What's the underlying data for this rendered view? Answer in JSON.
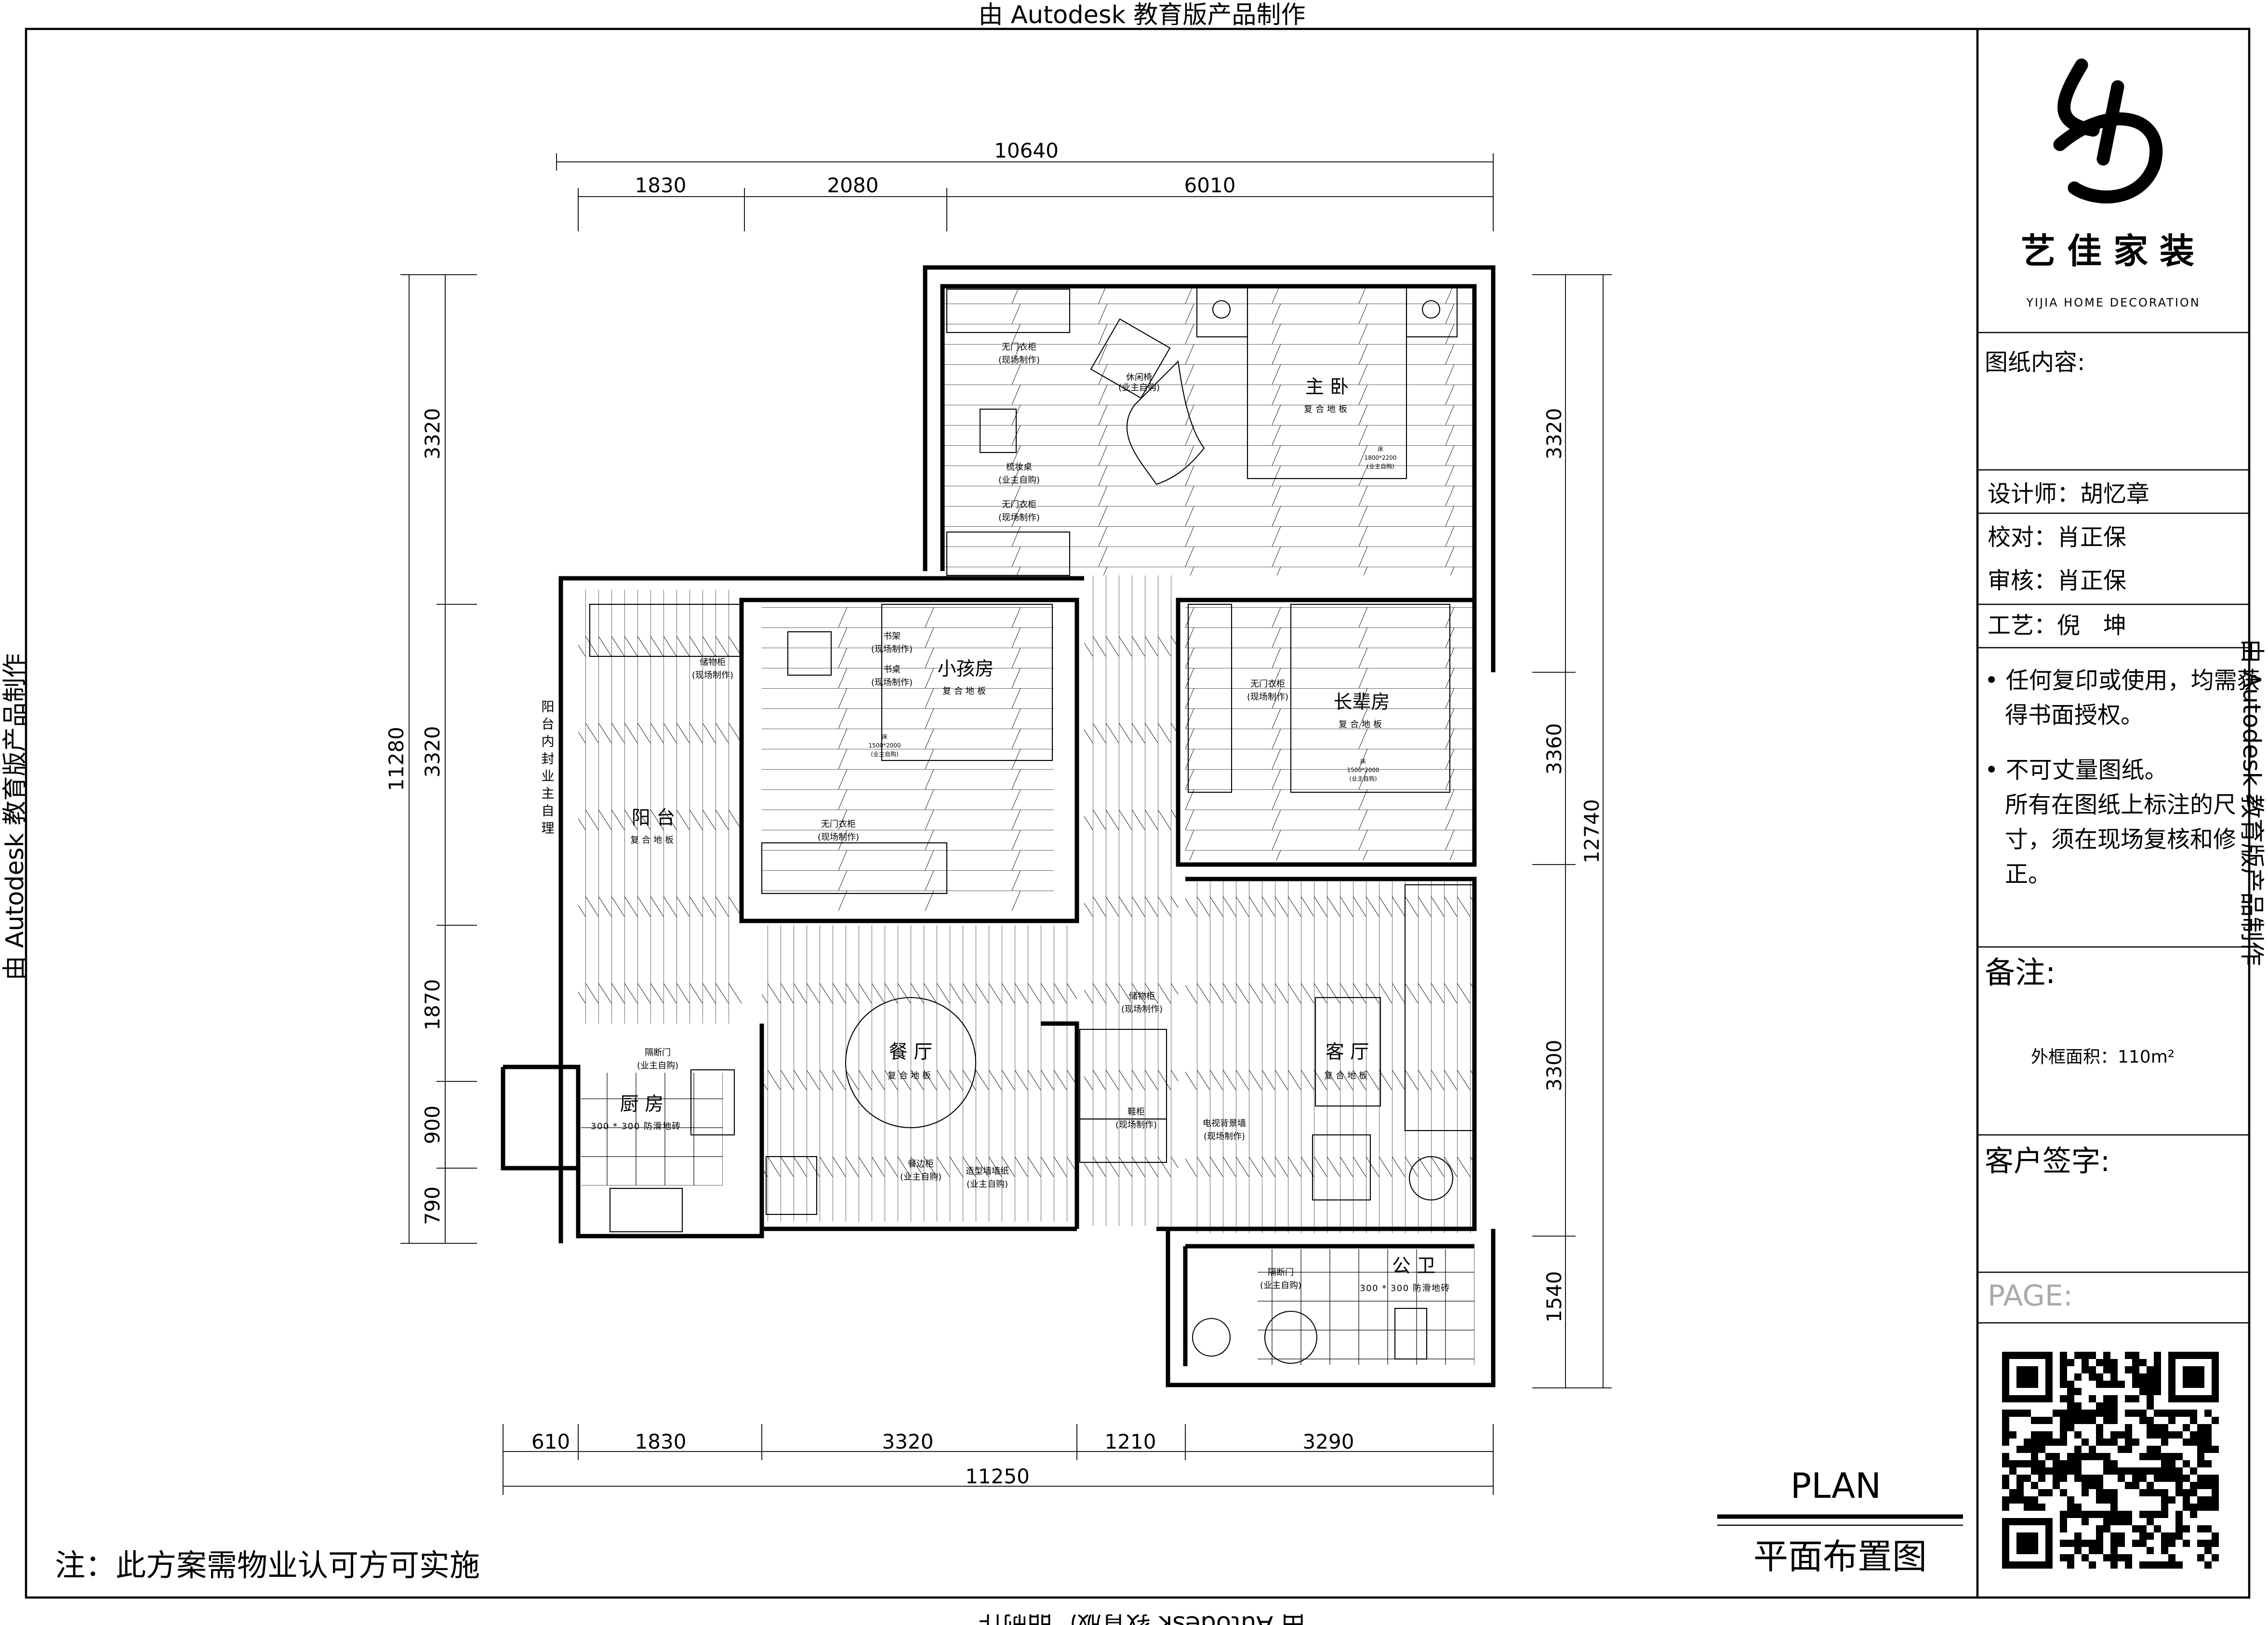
{
  "watermark": "由 Autodesk 教育版产品制作",
  "dimensions": {
    "top_total": "10640",
    "top": [
      "1830",
      "2080",
      "6010"
    ],
    "left_total": "11280",
    "left": [
      "3320",
      "3320",
      "1870",
      "900",
      "790"
    ],
    "right_total": "12740",
    "right": [
      "3320",
      "3360",
      "3300",
      "1540"
    ],
    "bottom_total": "11250",
    "bottom": [
      "610",
      "1830",
      "3320",
      "1210",
      "3290"
    ]
  },
  "rooms": {
    "master_bedroom": {
      "name": "主 卧",
      "floor": "复合地板",
      "notes": [
        "无门衣柜",
        "(现场制作)",
        "休闲椅",
        "(业主自购)",
        "梳妆桌",
        "(业主自购)",
        "无门衣柜",
        "(现场制作)",
        "床",
        "1800*2200",
        "(业主自购)"
      ]
    },
    "kids_room": {
      "name": "小孩房",
      "floor": "复合地板",
      "notes": [
        "书架",
        "(现场制作)",
        "书桌",
        "(现场制作)",
        "床",
        "1500*2000",
        "(业主自购)",
        "无门衣柜",
        "(现场制作)"
      ]
    },
    "balcony": {
      "name": "阳 台",
      "floor": "复合地板",
      "notes": [
        "储物柜",
        "(现场制作)",
        "阳台内封业主自理"
      ]
    },
    "elder_room": {
      "name": "长辈房",
      "floor": "复合地板",
      "notes": [
        "无门衣柜",
        "(现场制作)",
        "床",
        "1500*2000",
        "(业主自购)"
      ]
    },
    "dining": {
      "name": "餐 厅",
      "floor": "复合地板",
      "notes": [
        "餐边柜",
        "(业主自购)",
        "造型墙墙纸",
        "(业主自购)"
      ]
    },
    "kitchen": {
      "name": "厨 房",
      "floor": "300 * 300 防滑地砖",
      "notes": [
        "隔断门",
        "(业主自购)"
      ]
    },
    "living": {
      "name": "客 厅",
      "floor": "复合地板",
      "notes": [
        "储物柜",
        "(现场制作)",
        "鞋柜",
        "(现场制作)",
        "电视背景墙",
        "(现场制作)"
      ]
    },
    "bathroom": {
      "name": "公 卫",
      "floor": "300 * 300 防滑地砖",
      "notes": [
        "隔断门",
        "(业主自购)"
      ]
    }
  },
  "title_block": {
    "brand": "艺佳家装",
    "brand_en": "YIJIA HOME DECORATION",
    "content_label": "图纸内容:",
    "designer": "设计师：胡忆章",
    "proofread": "校对：肖正保",
    "review": "审核：肖正保",
    "craft": "工艺：倪　坤",
    "notice": [
      "• 任何复印或使用，均需获",
      "得书面授权。",
      "• 不可丈量图纸。",
      "所有在图纸上标注的尺",
      "寸，须在现场复核和修",
      "正。"
    ],
    "remarks_label": "备注:",
    "area": "外框面积：110m²",
    "client_sign": "客户签字:",
    "page_label": "PAGE:"
  },
  "plan_label": "PLAN",
  "plan_title": "平面布置图",
  "footnote": "注：此方案需物业认可方可实施"
}
